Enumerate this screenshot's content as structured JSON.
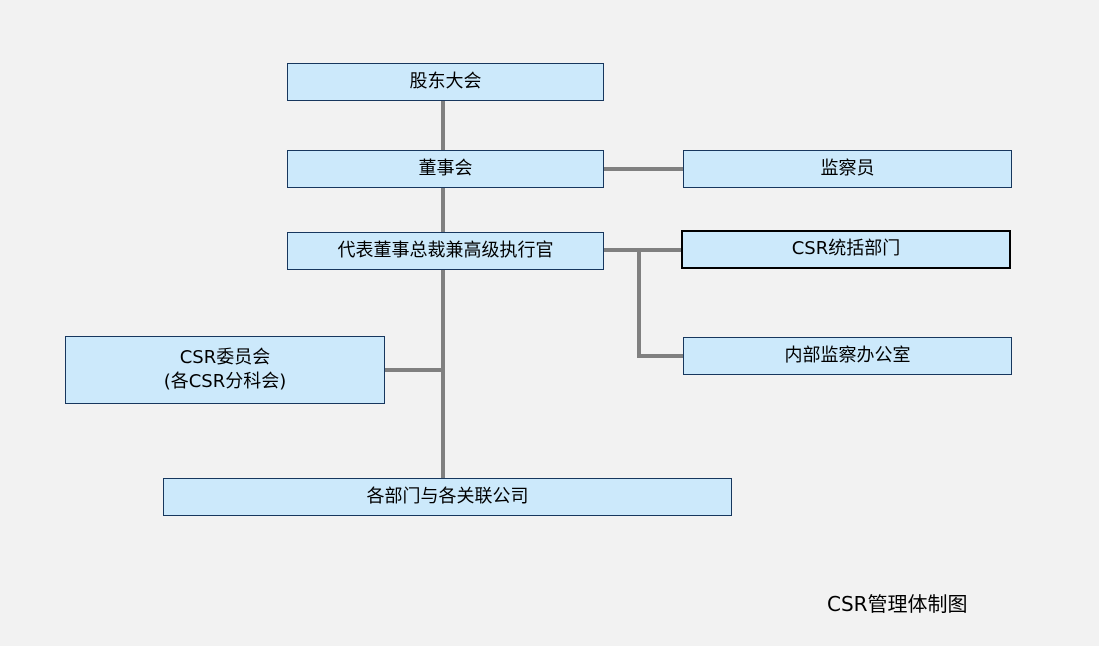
{
  "page": {
    "caption": "CSR管理体制图"
  },
  "colors": {
    "background": "#f2f2f2",
    "node_fill": "#cce9fb",
    "node_border": "#17375e",
    "emphasis_border": "#000000",
    "connector": "#808080"
  },
  "nodes": [
    {
      "id": "shareholders-meeting",
      "label": "股东大会"
    },
    {
      "id": "board-of-directors",
      "label": "董事会"
    },
    {
      "id": "auditor",
      "label": "监察员"
    },
    {
      "id": "president-senior-exec",
      "label": "代表董事总裁兼高级执行官"
    },
    {
      "id": "csr-supervising-dept",
      "label": "CSR统括部门"
    },
    {
      "id": "internal-audit-office",
      "label": "内部监察办公室"
    },
    {
      "id": "csr-committee",
      "label": "CSR委员会\n(各CSR分科会)"
    },
    {
      "id": "departments-affiliates",
      "label": "各部门与各关联公司"
    }
  ],
  "diagram": {
    "type": "org-chart",
    "edges": [
      [
        "股东大会",
        "董事会"
      ],
      [
        "董事会",
        "监察员"
      ],
      [
        "董事会",
        "代表董事总裁兼高级执行官"
      ],
      [
        "代表董事总裁兼高级执行官",
        "CSR统括部门"
      ],
      [
        "代表董事总裁兼高级执行官",
        "内部监察办公室"
      ],
      [
        "代表董事总裁兼高级执行官",
        "CSR委员会(各CSR分科会)"
      ],
      [
        "代表董事总裁兼高级执行官",
        "各部门与各关联公司"
      ]
    ]
  }
}
